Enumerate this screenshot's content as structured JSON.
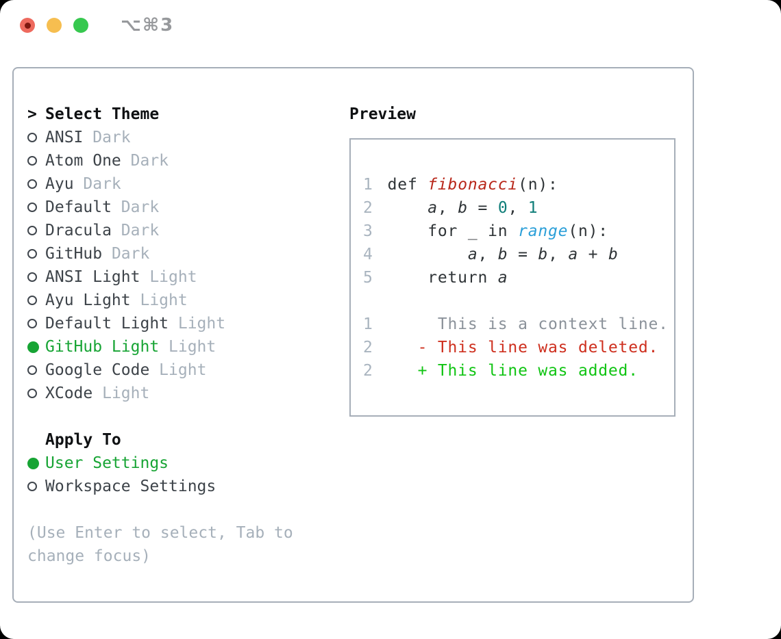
{
  "window": {
    "title_shortcut": "⌥⌘3"
  },
  "titlebar_icons": [
    "close-traffic-light",
    "minimize-traffic-light",
    "zoom-traffic-light"
  ],
  "theme_picker": {
    "header_prompt": ">",
    "header": "Select Theme",
    "items": [
      {
        "name": "ANSI",
        "tag": "Dark",
        "selected": false
      },
      {
        "name": "Atom One",
        "tag": "Dark",
        "selected": false
      },
      {
        "name": "Ayu",
        "tag": "Dark",
        "selected": false
      },
      {
        "name": "Default",
        "tag": "Dark",
        "selected": false
      },
      {
        "name": "Dracula",
        "tag": "Dark",
        "selected": false
      },
      {
        "name": "GitHub",
        "tag": "Dark",
        "selected": false
      },
      {
        "name": "ANSI Light",
        "tag": "Light",
        "selected": false
      },
      {
        "name": "Ayu Light",
        "tag": "Light",
        "selected": false
      },
      {
        "name": "Default Light",
        "tag": "Light",
        "selected": false
      },
      {
        "name": "GitHub Light",
        "tag": "Light",
        "selected": true
      },
      {
        "name": "Google Code",
        "tag": "Light",
        "selected": false
      },
      {
        "name": "XCode",
        "tag": "Light",
        "selected": false
      }
    ],
    "apply_to": {
      "header": "Apply To",
      "options": [
        {
          "name": "User Settings",
          "selected": true
        },
        {
          "name": "Workspace Settings",
          "selected": false
        }
      ]
    },
    "hint_line1": "(Use Enter to select, Tab to",
    "hint_line2": "change focus)"
  },
  "preview": {
    "header": "Preview",
    "code_lines": [
      {
        "no": "1",
        "tokens": [
          {
            "t": "def ",
            "c": "code"
          },
          {
            "t": "fibonacci",
            "c": "func"
          },
          {
            "t": "(n):",
            "c": "code"
          }
        ]
      },
      {
        "no": "2",
        "tokens": [
          {
            "t": "    ",
            "c": "code"
          },
          {
            "t": "a",
            "c": "var"
          },
          {
            "t": ", ",
            "c": "code"
          },
          {
            "t": "b",
            "c": "var"
          },
          {
            "t": " = ",
            "c": "code"
          },
          {
            "t": "0",
            "c": "num"
          },
          {
            "t": ", ",
            "c": "code"
          },
          {
            "t": "1",
            "c": "num"
          }
        ]
      },
      {
        "no": "3",
        "tokens": [
          {
            "t": "    for _ in ",
            "c": "code"
          },
          {
            "t": "range",
            "c": "builtin"
          },
          {
            "t": "(n):",
            "c": "code"
          }
        ]
      },
      {
        "no": "4",
        "tokens": [
          {
            "t": "        ",
            "c": "code"
          },
          {
            "t": "a",
            "c": "var"
          },
          {
            "t": ", ",
            "c": "code"
          },
          {
            "t": "b",
            "c": "var"
          },
          {
            "t": " = ",
            "c": "code"
          },
          {
            "t": "b",
            "c": "var"
          },
          {
            "t": ", ",
            "c": "code"
          },
          {
            "t": "a",
            "c": "var"
          },
          {
            "t": " + ",
            "c": "code"
          },
          {
            "t": "b",
            "c": "var"
          }
        ]
      },
      {
        "no": "5",
        "tokens": [
          {
            "t": "    return ",
            "c": "code"
          },
          {
            "t": "a",
            "c": "var"
          }
        ]
      },
      {
        "no": "",
        "tokens": []
      },
      {
        "no": "1",
        "tokens": [
          {
            "t": "     This is a context line.",
            "c": "ctx"
          }
        ]
      },
      {
        "no": "2",
        "tokens": [
          {
            "t": "   - This line was deleted.",
            "c": "del"
          }
        ]
      },
      {
        "no": "2",
        "tokens": [
          {
            "t": "   + This line was added.",
            "c": "add"
          }
        ]
      }
    ]
  },
  "colors": {
    "selection_green": "#17a434",
    "added_green": "#10c413",
    "deleted_red": "#ce2f1e",
    "function_red": "#b8271a",
    "number_teal": "#0e7d78",
    "builtin_blue": "#2b9fd8",
    "muted_gray": "#a6b0ba",
    "context_gray": "#8b929a",
    "text_dark": "#3d4349",
    "header_black": "#0f1113",
    "panel_border": "#a6aeb8",
    "title_gray": "#97999c",
    "traffic_red": "#ee6a5e",
    "traffic_red_dot": "#7f170f",
    "traffic_yellow": "#f6be50",
    "traffic_green": "#37c84f"
  }
}
